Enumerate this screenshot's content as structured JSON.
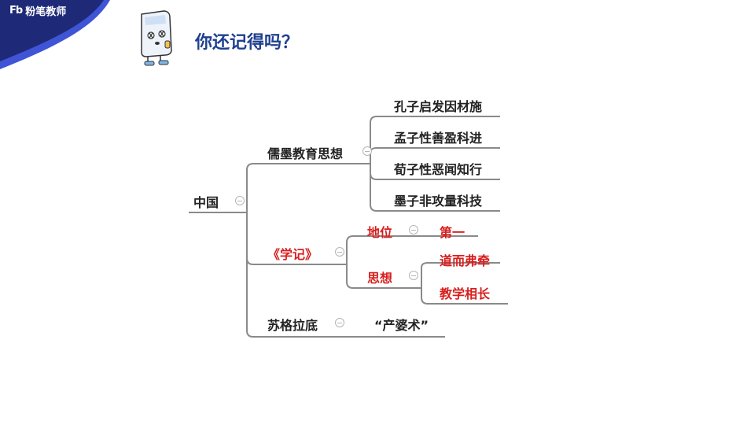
{
  "brand": {
    "logo_text": "Fb",
    "name": "粉笔教师"
  },
  "header": {
    "title": "你还记得吗？"
  },
  "mindmap": {
    "root": "中国",
    "branch1": {
      "label": "儒墨教育思想",
      "children": [
        "孔子启发因材施",
        "孟子性善盈科进",
        "荀子性恶闻知行",
        "墨子非攻量科技"
      ]
    },
    "branch2": {
      "label": "《学记》",
      "position": {
        "label": "地位",
        "value": "第一"
      },
      "thought": {
        "label": "思想",
        "children": [
          "道而弗牵",
          "教学相长"
        ]
      }
    },
    "branch3": {
      "label": "苏格拉底",
      "value": "“产婆术”"
    }
  },
  "colors": {
    "title": "#1f3f8f",
    "highlight": "#d81e1e",
    "brand_bg": "#1e2a78",
    "brand_accent": "#5b6de0"
  }
}
